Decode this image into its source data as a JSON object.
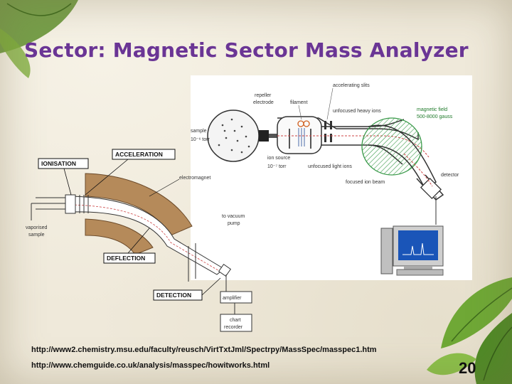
{
  "title": "Sector: Magnetic Sector Mass Analyzer",
  "lower_diagram": {
    "ionisation": "IONISATION",
    "acceleration": "ACCELERATION",
    "electromagnet": "electromagnet",
    "to_vacuum_pump_1": "to vacuum",
    "to_vacuum_pump_2": "pump",
    "vaporised_sample_1": "vaporised",
    "vaporised_sample_2": "sample",
    "deflection": "DEFLECTION",
    "detection": "DETECTION",
    "amplifier": "amplifier",
    "chart_recorder_1": "chart",
    "chart_recorder_2": "recorder"
  },
  "upper_diagram": {
    "accelerating_slits": "accelerating slits",
    "repeller_1": "repeller",
    "repeller_2": "electrode",
    "filament": "filament",
    "unfocused_heavy": "unfocused heavy ions",
    "magnetic_field_1": "magnetic field",
    "magnetic_field_2": "500-8000 gauss",
    "sample_1": "sample",
    "sample_2": "10⁻⁶ torr",
    "ion_source_1": "ion source",
    "ion_source_2": "10⁻⁷ torr",
    "unfocused_light": "unfocused light ions",
    "detector": "detector",
    "focused_beam": "focused ion beam"
  },
  "urls": [
    "http://www2.chemistry.msu.edu/faculty/reusch/VirtTxtJml/Spectrpy/MassSpec/masspec1.htm",
    "http://www.chemguide.co.uk/analysis/masspec/howitworks.html"
  ],
  "page_number": "20",
  "colors": {
    "title": "#6a3595",
    "magnet": "#b58a5a",
    "field": "#3a9a4a"
  }
}
